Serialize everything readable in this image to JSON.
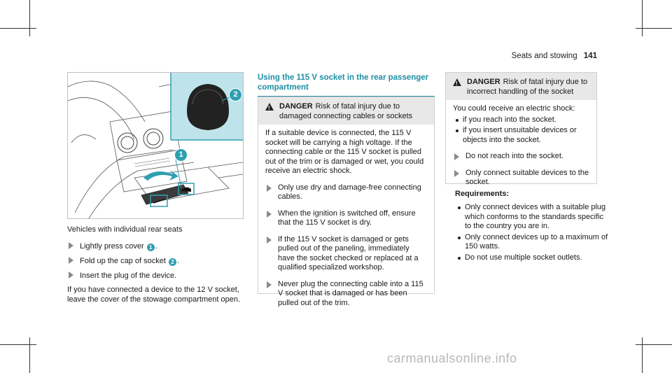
{
  "header": {
    "section": "Seats and stowing",
    "page_number": "141"
  },
  "figure": {
    "marker_1": "1",
    "marker_2": "2"
  },
  "left": {
    "caption": "Vehicles with individual rear seats",
    "steps": [
      {
        "text_before": "Lightly press cover ",
        "marker": "1",
        "text_after": "."
      },
      {
        "text_before": "Fold up the cap of socket ",
        "marker": "2",
        "text_after": "."
      },
      {
        "text_before": "Insert the plug of the device.",
        "marker": "",
        "text_after": ""
      }
    ],
    "paragraph": "If you have connected a device to the 12 V socket, leave the cover of the stowage compartment open."
  },
  "middle": {
    "title": "Using the 115 V socket in the rear passenger compartment",
    "warning": {
      "label": "DANGER",
      "headline": "Risk of fatal injury due to damaged connecting cables or sockets",
      "intro": "If a suitable device is connected, the 115 V socket will be carrying a high voltage. If the connecting cable or the 115 V socket is pulled out of the trim or is damaged or wet, you could receive an electric shock.",
      "steps": [
        "Only use dry and damage-free connecting cables.",
        "When the ignition is switched off, ensure that the 115 V socket is dry.",
        "If the 115 V socket is damaged or gets pulled out of the paneling, immediately have the socket checked or replaced at a qualified specialized workshop.",
        "Never plug the connecting cable into a 115 V socket that is damaged or has been pulled out of the trim."
      ]
    }
  },
  "right": {
    "warning": {
      "label": "DANGER",
      "headline": "Risk of fatal injury due to incorrect handling of the socket",
      "intro": "You could receive an electric shock:",
      "bullets": [
        "if you reach into the socket.",
        "if you insert unsuitable devices or objects into the socket."
      ],
      "steps": [
        "Do not reach into the socket.",
        "Only connect suitable devices to the socket."
      ]
    },
    "requirements_title": "Requirements:",
    "requirements": [
      "Only connect devices with a suitable plug which conforms to the standards specific to the country you are in.",
      "Only connect devices up to a maximum of 150 watts.",
      "Do not use multiple socket outlets."
    ]
  },
  "watermark": "carmanualsonline.info"
}
